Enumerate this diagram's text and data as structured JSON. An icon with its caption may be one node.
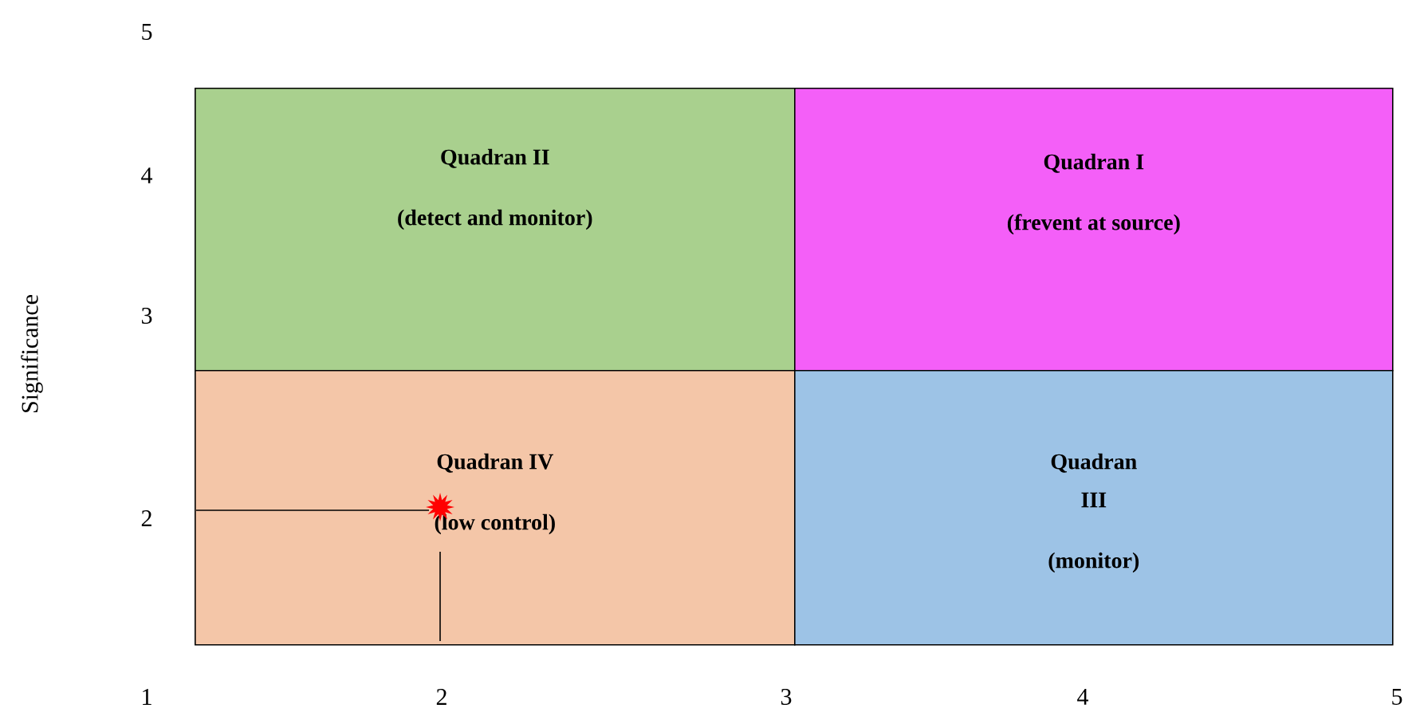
{
  "diagram": {
    "nodes": [
      {
        "text": [
          "Quadran II",
          "(detect and monitor)"
        ]
      },
      {
        "text": [
          "Quadran I",
          "(frevent at source)"
        ]
      },
      {
        "text": [
          "Quadran IV",
          "(low control)"
        ]
      },
      {
        "text": [
          "Quadran III",
          "(monitor)"
        ]
      }
    ],
    "labels": [
      "5",
      "4",
      "3",
      "2",
      "Significance",
      "1",
      "2",
      "3",
      "4",
      "5"
    ]
  }
}
